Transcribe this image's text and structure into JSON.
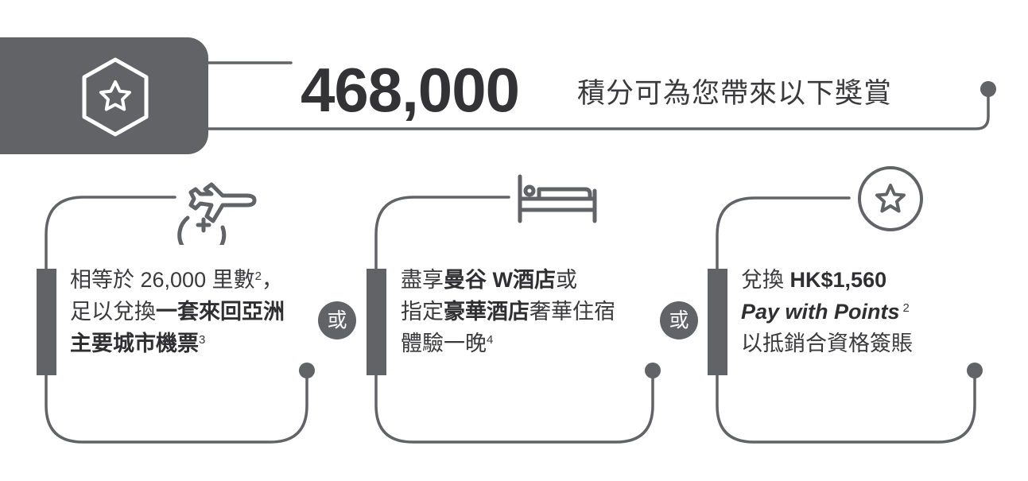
{
  "header": {
    "points": "468,000",
    "subtitle": "積分可為您帶來以下獎賞",
    "icon": "hexagon-star-icon"
  },
  "cards": [
    {
      "icon": "plane-plus-icon",
      "line1_a": "相等於 26,000 里數",
      "line1_sup": "2",
      "line1_b": "，",
      "line2_a": "足以兌換",
      "line2_bold": "一套來回亞洲",
      "line3_bold": "主要城市機票",
      "line3_sup": "3"
    },
    {
      "icon": "bed-icon",
      "line1_a": "盡享",
      "line1_bold": "曼谷 W酒店",
      "line1_b": "或",
      "line2_a": "指定",
      "line2_bold": "豪華酒店",
      "line2_b": "奢華住宿",
      "line3_a": "體驗一晚",
      "line3_sup": "4"
    },
    {
      "icon": "circle-star-icon",
      "line1_a": "兌換 ",
      "line1_bold": "HK$1,560",
      "line2_italic": "Pay with Points",
      "line2_sup": "2",
      "line3_a": "以抵銷合資格簽賬"
    }
  ],
  "separators": [
    "或",
    "或"
  ],
  "colors": {
    "frame": "#616367",
    "text": "#3a3a3c",
    "background": "#ffffff"
  }
}
